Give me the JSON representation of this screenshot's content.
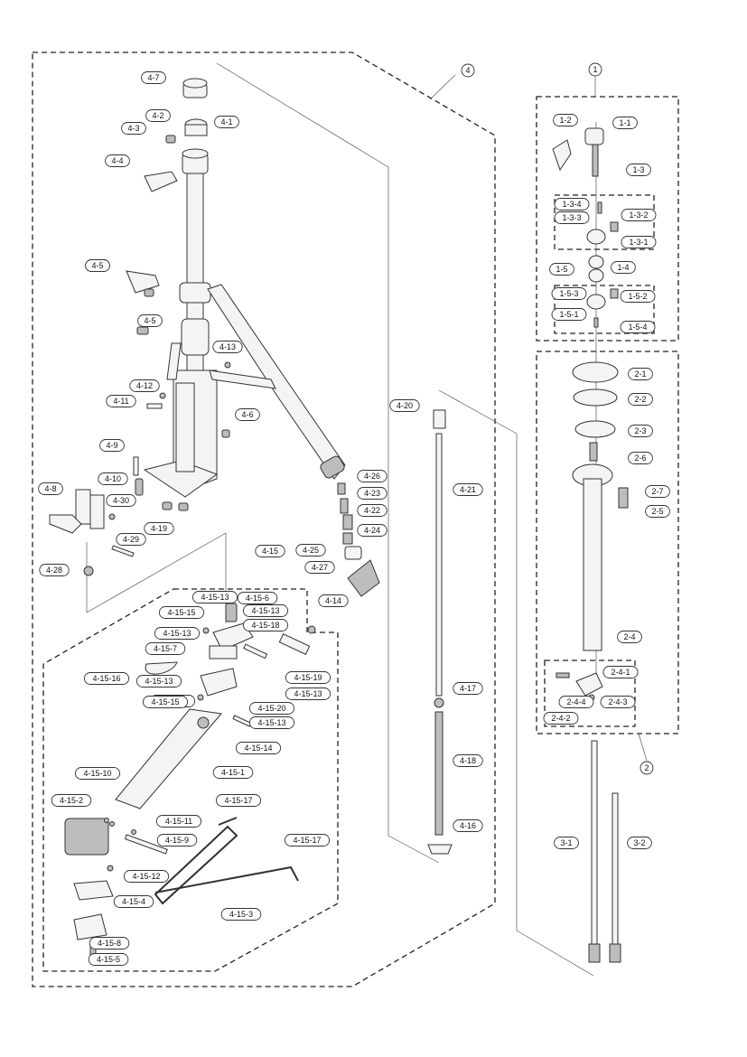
{
  "groups": [
    {
      "id": "1"
    },
    {
      "id": "2"
    },
    {
      "id": "4"
    }
  ],
  "labels": {
    "g1": [
      "1-1",
      "1-2",
      "1-3",
      "1-3-1",
      "1-3-2",
      "1-3-3",
      "1-3-4",
      "1-4",
      "1-5",
      "1-5-1",
      "1-5-2",
      "1-5-3",
      "1-5-4"
    ],
    "g2": [
      "2-1",
      "2-2",
      "2-3",
      "2-4",
      "2-4-1",
      "2-4-2",
      "2-4-3",
      "2-4-4",
      "2-5",
      "2-6",
      "2-7"
    ],
    "g3": [
      "3-1",
      "3-2"
    ],
    "g4": [
      "4-1",
      "4-2",
      "4-3",
      "4-4",
      "4-4",
      "4-5",
      "4-5",
      "4-6",
      "4-7",
      "4-8",
      "4-9",
      "4-10",
      "4-11",
      "4-12",
      "4-13",
      "4-14",
      "4-16",
      "4-17",
      "4-18",
      "4-19",
      "4-20",
      "4-21",
      "4-22",
      "4-23",
      "4-24",
      "4-25",
      "4-26",
      "4-27",
      "4-28",
      "4-29",
      "4-30"
    ],
    "g415": [
      "4-15",
      "4-15-1",
      "4-15-2",
      "4-15-3",
      "4-15-4",
      "4-15-5",
      "4-15-6",
      "4-15-7",
      "4-15-8",
      "4-15-9",
      "4-15-10",
      "4-15-11",
      "4-15-12",
      "4-15-13",
      "4-15-13",
      "4-15-13",
      "4-15-13",
      "4-15-13",
      "4-15-13",
      "4-15-13",
      "4-15-14",
      "4-15-15",
      "4-15-15",
      "4-15-16",
      "4-15-17",
      "4-15-17",
      "4-15-18",
      "4-15-19",
      "4-15-20"
    ]
  }
}
